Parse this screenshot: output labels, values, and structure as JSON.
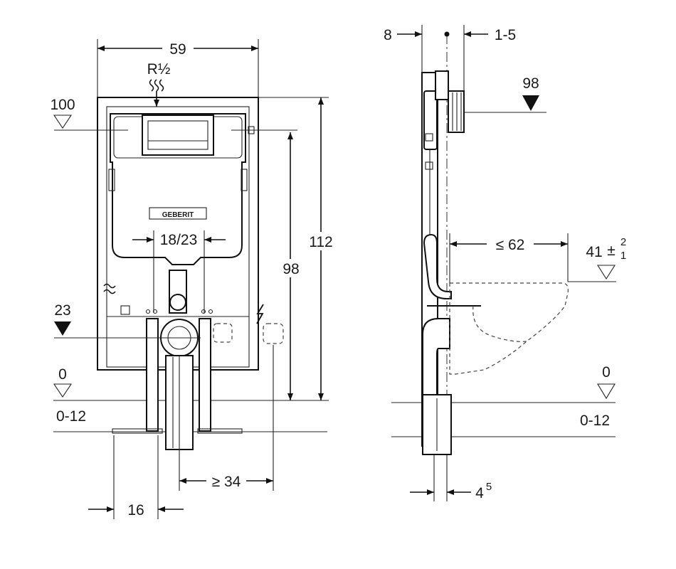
{
  "front_view": {
    "width_label": "59",
    "connection_label": "R½",
    "level_100_label": "100",
    "level_23_label": "23",
    "level_0_label": "0",
    "floor_range_label": "0-12",
    "height_112_label": "112",
    "height_98_label": "98",
    "spacing_label": "18/23",
    "offset_label": "≥ 34",
    "foot_label": "16",
    "brand_label": "GEBERIT"
  },
  "side_view": {
    "depth_label": "8",
    "wall_gap_label": "1-5",
    "level_98_label": "98",
    "projection_label": "≤ 62",
    "bowl_height_base": "41",
    "bowl_tolerance_sign": "±",
    "bowl_tolerance_plus": "2",
    "bowl_tolerance_minus": "1",
    "level_0_label": "0",
    "floor_range_label": "0-12",
    "pipe_base": "4",
    "pipe_sup": "5"
  },
  "colors": {
    "line": "#111111",
    "background": "#ffffff"
  }
}
